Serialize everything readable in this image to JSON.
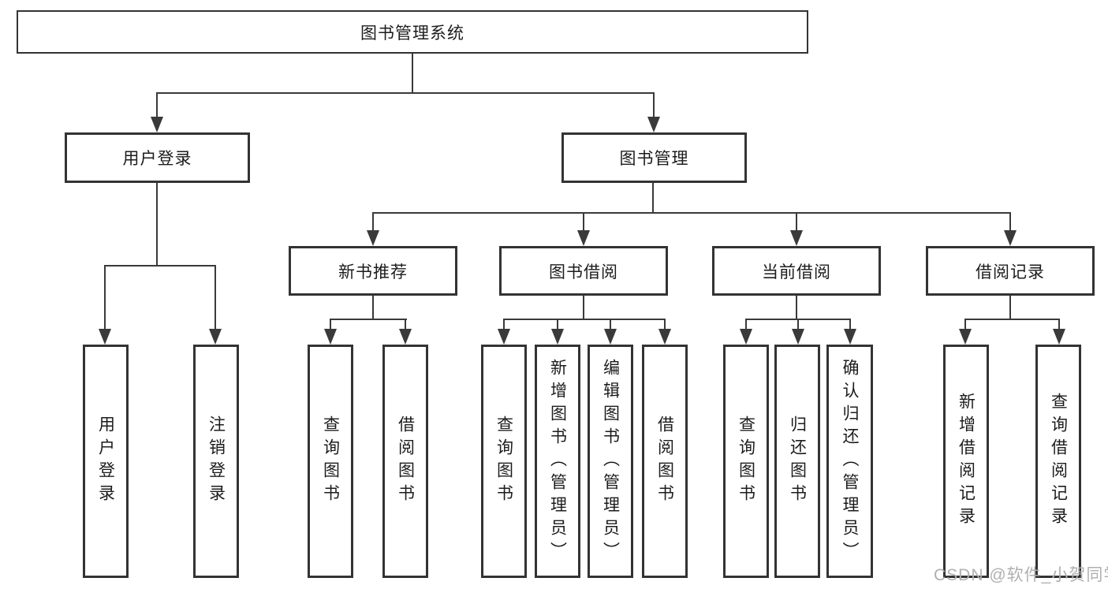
{
  "colors": {
    "line": "#3a3a3a",
    "border": "#333333",
    "text": "#1c1c1c",
    "watermark": "#b0b0b0",
    "background": "#ffffff"
  },
  "diagram": {
    "root": "图书管理系统",
    "level2": [
      "用户登录",
      "图书管理"
    ],
    "level3": [
      "新书推荐",
      "图书借阅",
      "当前借阅",
      "借阅记录"
    ],
    "leaves": {
      "user_login": [
        "用户登录",
        "注销登录"
      ],
      "new_books": [
        "查询图书",
        "借阅图书"
      ],
      "book_borrowing": [
        "查询图书",
        "新增图书（管理员）",
        "编辑图书（管理员）",
        "借阅图书"
      ],
      "current_borrowing": [
        "查询图书",
        "归还图书",
        "确认归还（管理员）"
      ],
      "borrowing_records": [
        "新增借阅记录",
        "查询借阅记录"
      ]
    }
  },
  "watermark": "CSDN @软件_小贺同学"
}
